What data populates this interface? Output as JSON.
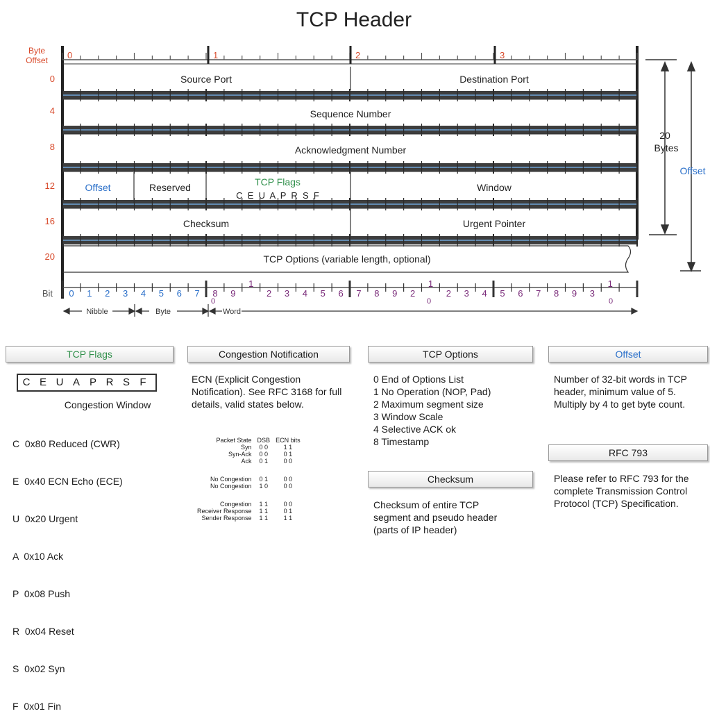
{
  "title": "TCP Header",
  "byte_offset_label": "Byte Offset",
  "bit_label": "Bit",
  "byte_numbers": [
    "0",
    "1",
    "2",
    "3"
  ],
  "row_offsets": [
    "0",
    "4",
    "8",
    "12",
    "16",
    "20"
  ],
  "fields": {
    "source_port": "Source Port",
    "destination_port": "Destination Port",
    "sequence_number": "Sequence Number",
    "acknowledgment_number": "Acknowledgment Number",
    "offset": "Offset",
    "reserved": "Reserved",
    "tcp_flags": "TCP Flags",
    "flag_letters": "C  E  U  A  P  R  S  F",
    "window": "Window",
    "checksum": "Checksum",
    "urgent_pointer": "Urgent Pointer",
    "tcp_options": "TCP Options (variable length, optional)"
  },
  "bit_numbers": [
    "0",
    "1",
    "2",
    "3",
    "4",
    "5",
    "6",
    "7",
    "8",
    "9",
    "1",
    "2",
    "3",
    "4",
    "5",
    "6",
    "7",
    "8",
    "9",
    "2",
    "1",
    "2",
    "3",
    "4",
    "5",
    "6",
    "7",
    "8",
    "9",
    "3",
    "1"
  ],
  "bit_tens": [
    "0",
    "0",
    "0"
  ],
  "scale": {
    "nibble": "Nibble",
    "byte": "Byte",
    "word": "Word"
  },
  "side": {
    "twenty": "20",
    "bytes": "Bytes",
    "offset": "Offset"
  },
  "panels": {
    "flags": {
      "header": "TCP Flags",
      "letters": [
        "C",
        "E",
        "U",
        "A",
        "P",
        "R",
        "S",
        "F"
      ],
      "subtitle": "Congestion Window",
      "items": [
        "C  0x80 Reduced (CWR)",
        "E  0x40 ECN Echo (ECE)",
        "U  0x20 Urgent",
        "A  0x10 Ack",
        "P  0x08 Push",
        "R  0x04 Reset",
        "S  0x02 Syn",
        "F  0x01 Fin"
      ]
    },
    "congestion": {
      "header": "Congestion Notification",
      "text": "ECN (Explicit Congestion Notification).  See RFC 3168 for full details, valid states below.",
      "table_headers": [
        "Packet State",
        "DSB",
        "ECN bits"
      ],
      "rows": [
        [
          "Syn",
          "0 0",
          "1 1"
        ],
        [
          "Syn-Ack",
          "0 0",
          "0 1"
        ],
        [
          "Ack",
          "0 1",
          "0 0"
        ],
        [
          "",
          "",
          ""
        ],
        [
          "No Congestion",
          "0 1",
          "0 0"
        ],
        [
          "No Congestion",
          "1 0",
          "0 0"
        ],
        [
          "",
          "",
          ""
        ],
        [
          "Congestion",
          "1 1",
          "0 0"
        ],
        [
          "Receiver Response",
          "1 1",
          "0 1"
        ],
        [
          "Sender Response",
          "1 1",
          "1 1"
        ]
      ]
    },
    "options": {
      "header": "TCP Options",
      "items": [
        "0 End of Options List",
        "1 No Operation (NOP, Pad)",
        "2 Maximum segment size",
        "3 Window Scale",
        "4 Selective ACK ok",
        "8 Timestamp"
      ]
    },
    "checksum": {
      "header": "Checksum",
      "text": "Checksum of entire TCP segment and pseudo header (parts of IP header)"
    },
    "offset": {
      "header": "Offset",
      "text": "Number of 32-bit words in TCP header, minimum value of 5.  Multiply by 4 to get byte count."
    },
    "rfc": {
      "header": "RFC 793",
      "text": "Please refer to RFC 793 for the complete Transmission Control Protocol (TCP) Specification."
    }
  },
  "colors": {
    "orange": "#d8492a",
    "blue": "#2a6fc9",
    "green": "#2f8f4a",
    "purple": "#7a2c7a",
    "bar": "#3d3d3d"
  }
}
